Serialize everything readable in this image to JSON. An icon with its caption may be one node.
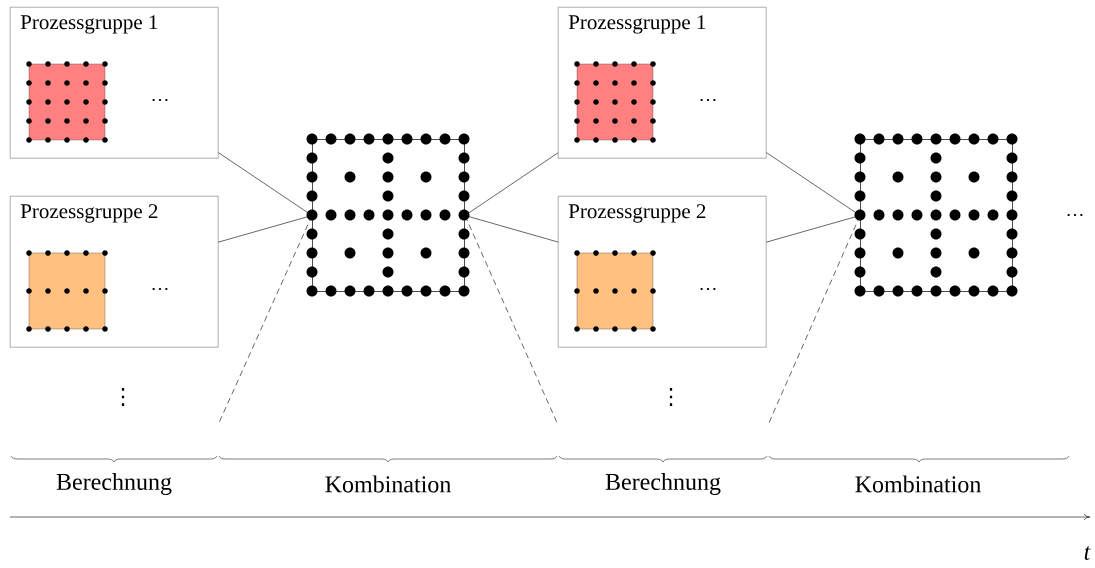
{
  "diagram": {
    "nodes": [
      {
        "text": [
          "Prozessgruppe 1",
          "…"
        ]
      },
      {
        "text": [
          "Prozessgruppe 2",
          "…"
        ]
      },
      {
        "text": [],
        "shape": "box"
      },
      {
        "text": [
          "Prozessgruppe 1",
          "…"
        ]
      },
      {
        "text": [
          "Prozessgruppe 2",
          "…"
        ]
      },
      {
        "text": [],
        "shape": "box"
      }
    ],
    "edges": [
      {
        "from": 0,
        "to": 2,
        "arrow": "none"
      },
      {
        "from": 1,
        "to": 2,
        "arrow": "none"
      },
      {
        "from": 2,
        "to": null,
        "arrow": "none",
        "style": "dashed"
      },
      {
        "from": 2,
        "to": 3,
        "arrow": "none"
      },
      {
        "from": 2,
        "to": 4,
        "arrow": "none"
      },
      {
        "from": 2,
        "to": null,
        "arrow": "none",
        "style": "dashed"
      },
      {
        "from": 3,
        "to": 5,
        "arrow": "none"
      },
      {
        "from": 4,
        "to": 5,
        "arrow": "none"
      },
      {
        "from": 5,
        "to": null,
        "arrow": "none",
        "style": "dashed"
      }
    ],
    "labels": [
      "…",
      "⋮",
      "⋮",
      "Berechnung",
      "Kombination",
      "Berechnung",
      "Kombination",
      "t"
    ]
  }
}
